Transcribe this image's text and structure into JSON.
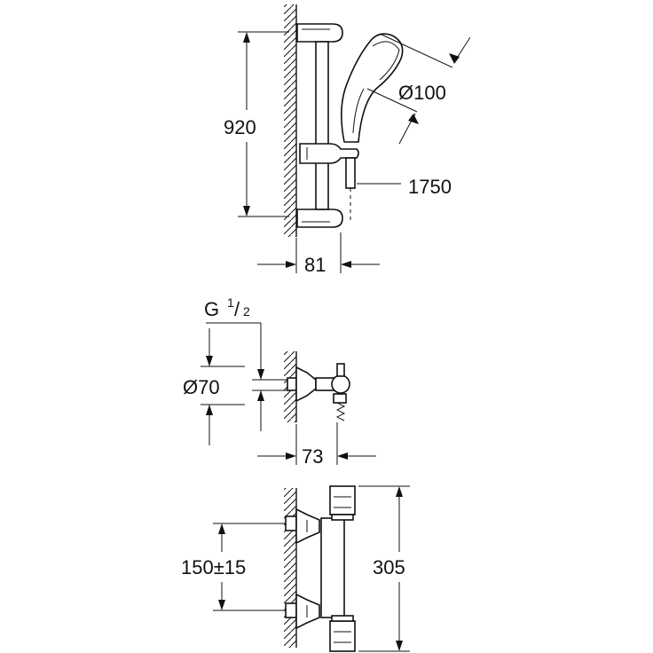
{
  "dimensions": {
    "rail_height": "920",
    "head_diameter": "Ø100",
    "hose_length": "1750",
    "rail_depth": "81",
    "thread_main": "G",
    "thread_num": "1",
    "thread_den": "2",
    "rosette_diameter": "Ø70",
    "mixer_depth": "73",
    "inlet_spacing": "150±15",
    "mixer_length": "305"
  }
}
